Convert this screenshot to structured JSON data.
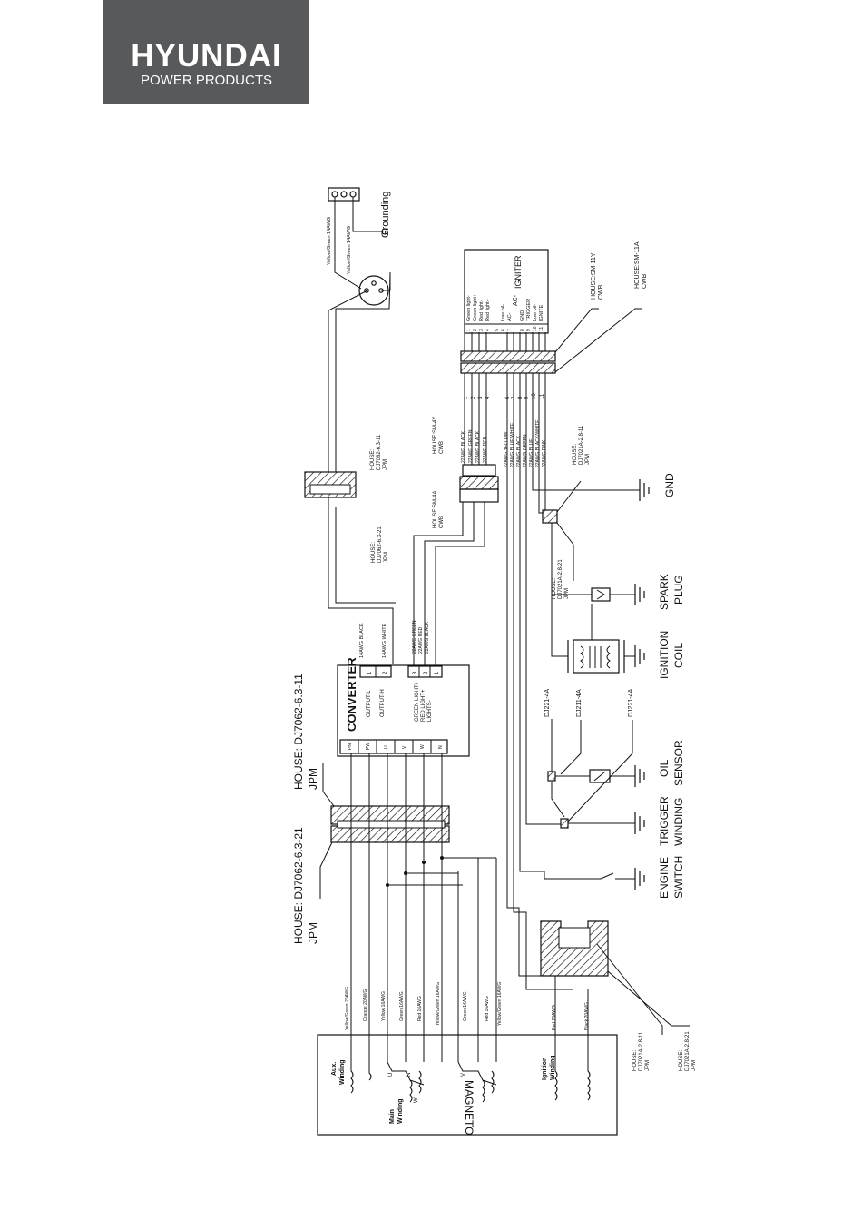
{
  "logo": {
    "brand": "HYUNDAI",
    "subtitle": "POWER PRODUCTS"
  },
  "colors": {
    "logo_bg": "#58595b",
    "logo_text": "#ffffff",
    "line": "#111111"
  },
  "diagram": {
    "grounding": "Grounding",
    "ground_wires": [
      "Yellow/Green 14AWG",
      "Yellow/Green 14AWG"
    ],
    "magneto": "MAGNETO",
    "windings": {
      "aux": [
        "Aux.",
        "Winding"
      ],
      "main": [
        "Main",
        "Winding"
      ],
      "ignition": [
        "Ignition",
        "Winding"
      ]
    },
    "magneto_wires": [
      "Yellow/Green 20AWG",
      "Orange 20AWG",
      "Yellow 16AWG",
      "Green 16AWG",
      "Red 16AWG",
      "Yellow/Green 16AWG",
      "Green 16AWG",
      "Red 16AWG",
      "Yellow/Green 16AWG",
      "Red 20AWG",
      "Black 20AWG"
    ],
    "pin_labels": {
      "u": "U",
      "v": "V",
      "n": "N",
      "w": "W"
    },
    "house_main_left": [
      "HOUSE: DJ7062-6.3-21",
      "JPM"
    ],
    "house_main_right": [
      "HOUSE: DJ7062-6.3-11",
      "JPM"
    ],
    "converter": {
      "title": "CONVERTER",
      "outputs": [
        "OUTPUT-L",
        "OUTPUT-H"
      ],
      "lights": [
        "GREEN LIGHT+",
        "RED LIGHT+",
        "LIGHTS-"
      ],
      "pins": [
        "PN",
        "PW",
        "U",
        "V",
        "W",
        "N"
      ],
      "output_pins": [
        "1",
        "2"
      ],
      "light_pins": [
        "3",
        "2",
        "1"
      ]
    },
    "out_wires": [
      "14AWG BLACK",
      "14AWG WHITE"
    ],
    "light_wires": [
      "22AWG GREEN",
      "22AWG RED",
      "22AWG BLACK"
    ],
    "house_socket_l": [
      "HOUSE:",
      "DJ7062-6.3-21",
      "JPM"
    ],
    "house_socket_r": [
      "HOUSE:",
      "DJ7062-6.3-11",
      "JPM"
    ],
    "house_sm4a": [
      "HOUSE:SM-4A",
      "CWB"
    ],
    "house_sm4y": [
      "HOUSE:SM-4Y",
      "CWB"
    ],
    "sm4_wires": [
      "22AWG BLACK",
      "22AWG GREEN",
      "22AWG BLACK",
      "22AWG RED"
    ],
    "sm4_pins": [
      "1",
      "2",
      "3",
      "4"
    ],
    "igniter_wires": [
      "22AWG YELLOW",
      "22AWG BLUE/WHITE",
      "22AWG BLACK",
      "22AWG GREEN",
      "22AWG BLUE",
      "22AWG BLACK/WHITE",
      "22AWG PINK"
    ],
    "igniter_wire_pins": [
      "1",
      "2",
      "3",
      "4",
      "6",
      "7",
      "8",
      "9",
      "10",
      "11"
    ],
    "igniter": {
      "title": [
        "AC-",
        "IGNITER"
      ],
      "terminals": [
        "Green light-",
        "Green light+",
        "Red light-",
        "Red light+",
        "",
        "Low oil-",
        "AC-",
        "GND",
        "TRIGGER",
        "Low oil-",
        "IGNITE"
      ],
      "pins": [
        "1",
        "2",
        "3",
        "4",
        "5",
        "6",
        "7",
        "8",
        "9",
        "10",
        "11"
      ]
    },
    "house_sm11y": [
      "HOUSE:SM-11Y",
      "CWB"
    ],
    "house_sm11a": [
      "HOUSE:SM-11A",
      "CWB"
    ],
    "house_dj7021a_top": [
      "HOUSE:",
      "DJ7021A-2.8-11",
      "JPM"
    ],
    "house_dj7021a_mid": [
      "HOUSE:",
      "DJ7021A-2.8-21",
      "JPM"
    ],
    "dj_labels": [
      "DJ221-4A",
      "DJ211-4A",
      "DJ221-4A"
    ],
    "components": {
      "gnd": "GND",
      "spark": [
        "SPARK",
        "PLUG"
      ],
      "coil": [
        "IGNITION",
        "COIL"
      ],
      "oil": [
        "OIL",
        "SENSOR"
      ],
      "trigger": [
        "TRIGGER",
        "WINDING"
      ],
      "engine": [
        "ENGINE",
        "SWITCH"
      ]
    },
    "house_bottom_1": [
      "HOUSE:",
      "DJ7021A-2.8-11",
      "JPM"
    ],
    "house_bottom_2": [
      "HOUSE:",
      "DJ7021A-2.8-21",
      "JPM"
    ]
  }
}
